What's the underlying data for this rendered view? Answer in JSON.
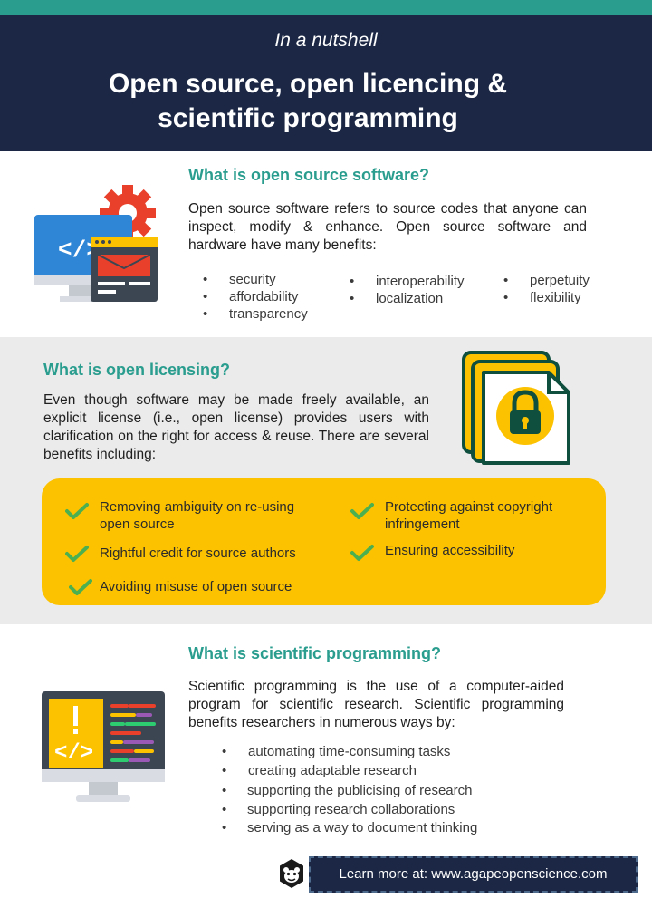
{
  "header": {
    "subtitle": "In a nutshell",
    "title": "Open source, open licencing & scientific programming"
  },
  "section1": {
    "heading": "What is open source software?",
    "paragraph": "Open source software refers to source codes that anyone can inspect, modify & enhance. Open source software and hardware have many benefits:",
    "bullets_col1": [
      "security",
      "affordability",
      "transparency"
    ],
    "bullets_col2": [
      "interoperability",
      "localization"
    ],
    "bullets_col3": [
      "perpetuity",
      "flexibility"
    ],
    "icon": "code-window-gear-icon"
  },
  "section2": {
    "heading": "What is open licensing?",
    "paragraph": "Even though software may be made freely available, an explicit license (i.e., open license) provides users with clarification on the right for access & reuse. There are several benefits including:",
    "benefits": [
      {
        "line1": "Removing ambiguity on re-using",
        "line2": "open source"
      },
      {
        "line1": "Rightful credit for source authors",
        "line2": ""
      },
      {
        "line1": "Avoiding misuse of open source",
        "line2": ""
      },
      {
        "line1": "Protecting against copyright",
        "line2": "infringement"
      },
      {
        "line1": "Ensuring accessibility",
        "line2": ""
      }
    ],
    "icon": "locked-document-icon",
    "colors": {
      "background": "#ebebeb",
      "highlight": "#fcc200",
      "check": "#4caf50"
    }
  },
  "section3": {
    "heading": "What is scientific programming?",
    "paragraph": "Scientific programming is the use of a computer-aided program for scientific research. Scientific programming benefits researchers in numerous ways by:",
    "bullets": [
      "automating time-consuming tasks",
      "creating adaptable research",
      "supporting the publicising of research",
      "supporting research collaborations",
      "serving as a way to document thinking"
    ],
    "icon": "code-monitor-icon"
  },
  "footer": {
    "learn_more": "Learn more at: www.agapeopenscience.com",
    "logo_icon": "monkey-logo-icon"
  },
  "colors": {
    "navy": "#1b2744",
    "teal": "#2a9d8f",
    "yellow": "#fcc200"
  }
}
